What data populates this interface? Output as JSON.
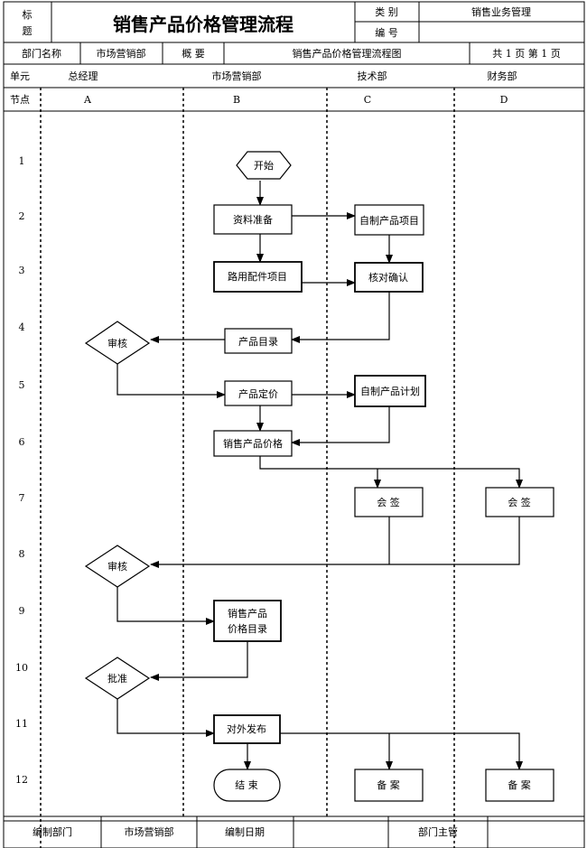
{
  "header": {
    "label_biaoti": "标",
    "label_ti": "题",
    "title": "销售产品价格管理流程",
    "label_category": "类 别",
    "category_value": "销售业务管理",
    "label_number": "编 号",
    "number_value": "",
    "label_dept": "部门名称",
    "dept_value": "市场营销部",
    "label_summary": "概 要",
    "summary_value": "销售产品价格管理流程图",
    "pages": "共 1 页 第 1 页"
  },
  "units": {
    "label": "单元",
    "A": "总经理",
    "B": "市场营销部",
    "C": "技术部",
    "D": "财务部"
  },
  "nodes": {
    "label": "节点",
    "A": "A",
    "B": "B",
    "C": "C",
    "D": "D"
  },
  "rows": [
    "1",
    "2",
    "3",
    "4",
    "5",
    "6",
    "7",
    "8",
    "9",
    "10",
    "11",
    "12"
  ],
  "flow": {
    "start": "开始",
    "prep": "资料准备",
    "tech_proj": "自制产品项目",
    "parts": "路用配件项目",
    "verify": "核对确认",
    "review1": "审核",
    "catalog": "产品目录",
    "pricing": "产品定价",
    "tech_plan": "自制产品计划",
    "sales_price": "销售产品价格",
    "sign_c": "会 签",
    "sign_d": "会 签",
    "review2": "审核",
    "price_list_1": "销售产品",
    "price_list_2": "价格目录",
    "approve": "批准",
    "publish": "对外发布",
    "end": "结 束",
    "file_c": "备 案",
    "file_d": "备 案"
  },
  "footer": {
    "label_compile_dept": "编制部门",
    "compile_dept_value": "市场营销部",
    "label_compile_date": "编制日期",
    "compile_date_value": "",
    "label_manager": "部门主管",
    "manager_value": ""
  }
}
